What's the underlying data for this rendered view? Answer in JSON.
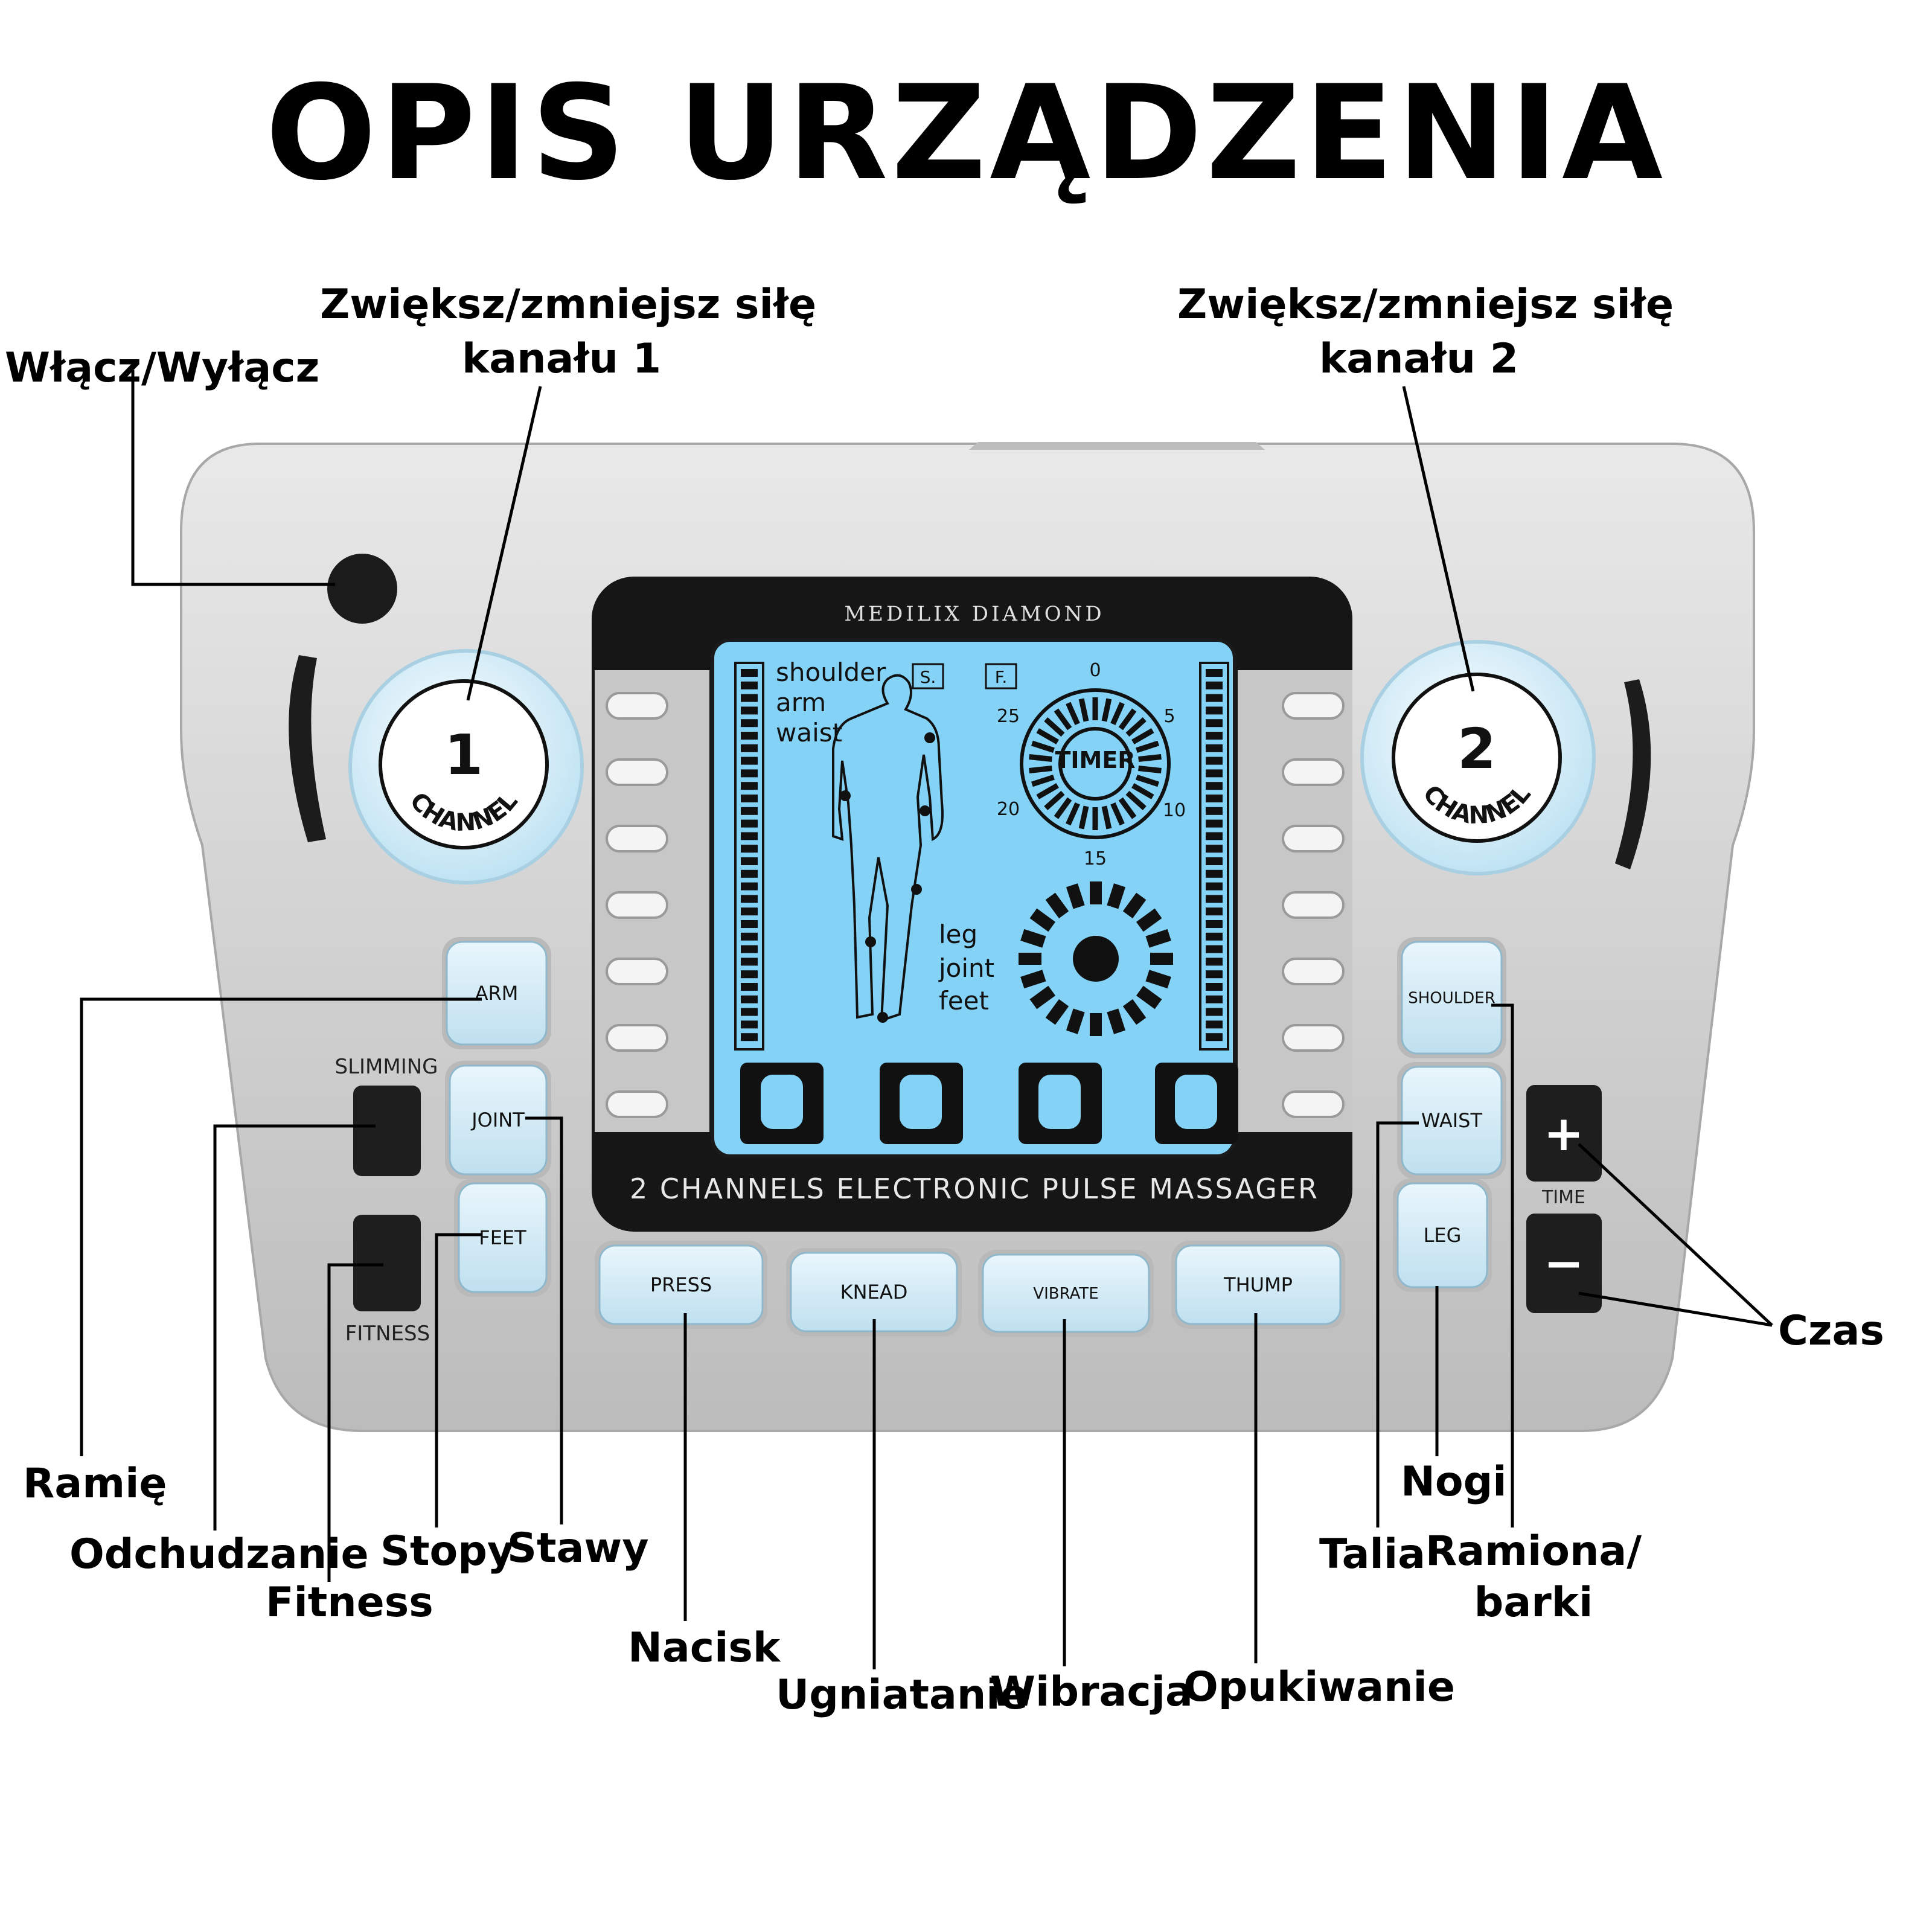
{
  "title": "OPIS URZĄDZENIA",
  "device": {
    "brand": "MEDILIX DIAMOND",
    "model_text": "2 CHANNELS ELECTRONIC PULSE MASSAGER",
    "knob1": {
      "number": "1",
      "text": "CHANNEL"
    },
    "knob2": {
      "number": "2",
      "text": "CHANNEL"
    },
    "buttons_left": [
      "ARM",
      "JOINT",
      "FEET"
    ],
    "buttons_right": [
      "SHOULDER",
      "WAIST",
      "LEG"
    ],
    "buttons_bottom": [
      "PRESS",
      "KNEAD",
      "VIBRATE",
      "THUMP"
    ],
    "mode_labels": {
      "slimming": "SLIMMING",
      "fitness": "FITNESS"
    },
    "time_label": "TIME",
    "time_plus": "+",
    "time_minus": "−",
    "screen": {
      "upper_parts": [
        "shoulder",
        "arm",
        "waist"
      ],
      "lower_parts": [
        "leg",
        "joint",
        "feet"
      ],
      "tag_s": "S.",
      "tag_f": "F.",
      "timer_label": "TIMER",
      "timer_ticks": [
        "0",
        "5",
        "10",
        "15",
        "20",
        "25"
      ]
    }
  },
  "labels": {
    "power": "Włącz/Wyłącz",
    "ch1_line1": "Zwiększ/zmniejsz siłę",
    "ch1_line2": "kanału 1",
    "ch2_line1": "Zwiększ/zmniejsz siłę",
    "ch2_line2": "kanału 2",
    "arm": "Ramię",
    "slimming": "Odchudzanie",
    "fitness": "Fitness",
    "feet": "Stopy",
    "joint": "Stawy",
    "press": "Nacisk",
    "knead": "Ugniatanie",
    "vibrate": "Wibracja",
    "thump": "Opukiwanie",
    "waist": "Talia",
    "leg": "Nogi",
    "shoulder_line1": "Ramiona/",
    "shoulder_line2": "barki",
    "time": "Czas"
  },
  "colors": {
    "lcd": "#84d2f6",
    "button": "#d4ecf7",
    "body": "#d3d3d3",
    "bezel": "#141414"
  }
}
